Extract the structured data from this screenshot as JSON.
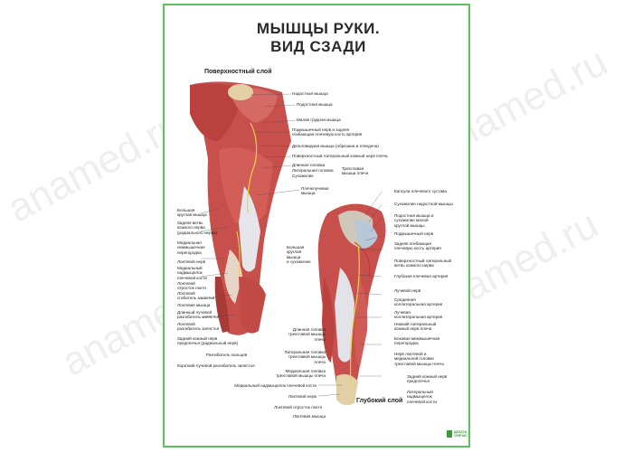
{
  "poster": {
    "title_line1": "МЫШЦЫ РУКИ.",
    "title_line2": "ВИД СЗАДИ",
    "superficial_layer": "Поверхностный слой",
    "deep_layer": "Глубокий слой",
    "logo_text": "ДЕЛАТЬ СЕЙЧАС"
  },
  "watermark": "anamed.ru",
  "labels_top_right": [
    "Надостная мышца",
    "Подостная мышца",
    "Малая грудная мышца",
    "Подмышечный нерв и задняя\nогибающая плечевую кость артерия",
    "Дельтовидная мышца (обрезана и отведена)",
    "Поверхностный латеральный кожный нерв плеча",
    "Длинная головка",
    "Латеральная головка",
    "Сухожилие",
    "Трехглавая\nмышца плеча",
    "Плечелучевая\nмышца"
  ],
  "labels_left": [
    "Большая\nкруглая мышца",
    "Задняя ветвь\nкожного нерва\n(радиального нерва)",
    "Медиальная\nнежмышечная\nперегородка",
    "Локтевой нерв",
    "Медиальный\nнадмыщелок\nплечевой кости",
    "Локтевой\nотросток локтя",
    "Локтевой\nсгибатель запястья",
    "Локтевая мышца",
    "Длинный лучевой\nразгибатель запястья",
    "Локтевой\nразгибатель запястья",
    "Задний кожный нерв\nпредплечья (радиальный нерв)",
    "Разгибатель пальцев",
    "Короткий лучевой разгибатель запястья"
  ],
  "labels_middle": [
    "Большая\nкруглая\nмышца\nи сухожилие"
  ],
  "labels_deep_right": [
    "Капсула плечевого сустава",
    "Сухожилие надостной мышцы",
    "Подостная мышца и\nсухожилие малой\nкруглой мышцы",
    "Подмышечный нерв",
    "Задняя огибающая\nплечевую кость артерия",
    "Поверхностный латеральный\nветвь кожного нерва",
    "Глубокая плечевая артерия",
    "Лучевой нерв",
    "Срединная\nколлатеральная артерия",
    "Лучевая\nколлатеральная артерия",
    "Нижний латеральный\nкожный нерв плеча",
    "Боковая межмышечная\nперегородка",
    "Нерв локтевой и\nмедиальной головки\nтрехглавой мышцы плеча",
    "Задний кожный нерв\nпредплечья",
    "Латеральный\nнадмыщелок\nплечевой кости"
  ],
  "labels_deep_left": [
    "Длинная головка\nтрехглавой мышцы\nплеча",
    "Латеральная головка\nтрехглавой мышцы\nплеча",
    "Медиальная головка\nтрехглавой мышцы плеча",
    "Медиальный надмыщелок плечевой кости",
    "Локтевой нерв",
    "Локтевой отросток локтя",
    "Локтевая мышца"
  ]
}
